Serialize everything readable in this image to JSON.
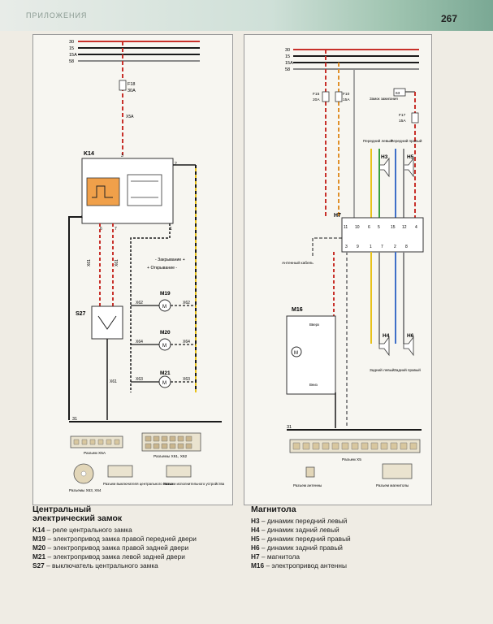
{
  "header": {
    "section": "ПРИЛОЖЕНИЯ",
    "page_number": "267"
  },
  "left": {
    "buses": [
      "30",
      "15",
      "15A",
      "58"
    ],
    "ground": "31",
    "fuse": {
      "name": "F18",
      "rating": "30A"
    },
    "relay": {
      "name": "K14",
      "pins": [
        "3",
        "2",
        "4",
        "6",
        "7",
        "1"
      ]
    },
    "switch": {
      "name": "S27"
    },
    "connector_labels": [
      "X5A",
      "X61",
      "X61",
      "X61",
      "X62",
      "X62",
      "X64",
      "X64",
      "X63",
      "X63"
    ],
    "motors": [
      "M19",
      "M20",
      "M21"
    ],
    "wire_notes": [
      "- Закрывание +",
      "+ Открывание -"
    ],
    "connectors": {
      "x5a": "Разъем X5A",
      "x61x62": "Разъемы X61, X62",
      "x63x64": "Разъемы X63, X64",
      "s27": "Разъем выключателя центрального замка",
      "k14": "Разъем исполнительного устройства"
    },
    "title_line1": "Центральный",
    "title_line2": "электрический замок",
    "legend": [
      {
        "code": "K14",
        "text": "– реле центрального замка"
      },
      {
        "code": "M19",
        "text": "– электропривод замка правой передней двери"
      },
      {
        "code": "M20",
        "text": "– электропривод замка правой задней двери"
      },
      {
        "code": "M21",
        "text": "– электропривод замка левой задней двери"
      },
      {
        "code": "S27",
        "text": "– выключатель центрального замка"
      }
    ]
  },
  "right": {
    "buses": [
      "30",
      "15",
      "15A",
      "58"
    ],
    "ground": "31",
    "fuses": [
      {
        "name": "F15",
        "rating": "20A"
      },
      {
        "name": "F10",
        "rating": "15A"
      },
      {
        "name": "F17",
        "rating": "15A"
      }
    ],
    "lock_label": "Замок зажигания",
    "lock_pin": "63",
    "speaker_labels": {
      "front_left": "Передний левый",
      "front_right": "Передний правый",
      "rear_left": "Задний левый",
      "rear_right": "Задний правый"
    },
    "radio": {
      "name": "H7",
      "top_pins": [
        "11",
        "10",
        "6",
        "5",
        "15",
        "12",
        "4"
      ],
      "bottom_pins": [
        "3",
        "9",
        "1",
        "7",
        "2",
        "8"
      ]
    },
    "antenna_cable": "Антенный кабель",
    "antenna": {
      "name": "M16",
      "up": "Вверх",
      "down": "Вниз"
    },
    "speakers": [
      "H3",
      "H4",
      "H5",
      "H6"
    ],
    "connectors": {
      "x5": "Разъем X5",
      "antenna": "Разъем антенны",
      "radio": "Разъем магнитолы"
    },
    "title": "Магнитола",
    "legend": [
      {
        "code": "H3",
        "text": "– динамик передний левый"
      },
      {
        "code": "H4",
        "text": "– динамик задний левый"
      },
      {
        "code": "H5",
        "text": "– динамик передний правый"
      },
      {
        "code": "H6",
        "text": "– динамик задний правый"
      },
      {
        "code": "H7",
        "text": "– магнитола"
      },
      {
        "code": "M16",
        "text": "– электропривод антенны"
      }
    ]
  },
  "colors": {
    "red": "#c8302a",
    "black": "#1a1a1a",
    "yellow": "#e8c21a",
    "orange": "#e0902a",
    "green": "#3aa040",
    "blue": "#3f6fc8",
    "grey": "#8a8a8a",
    "relay_orange": "#f0a04a"
  }
}
